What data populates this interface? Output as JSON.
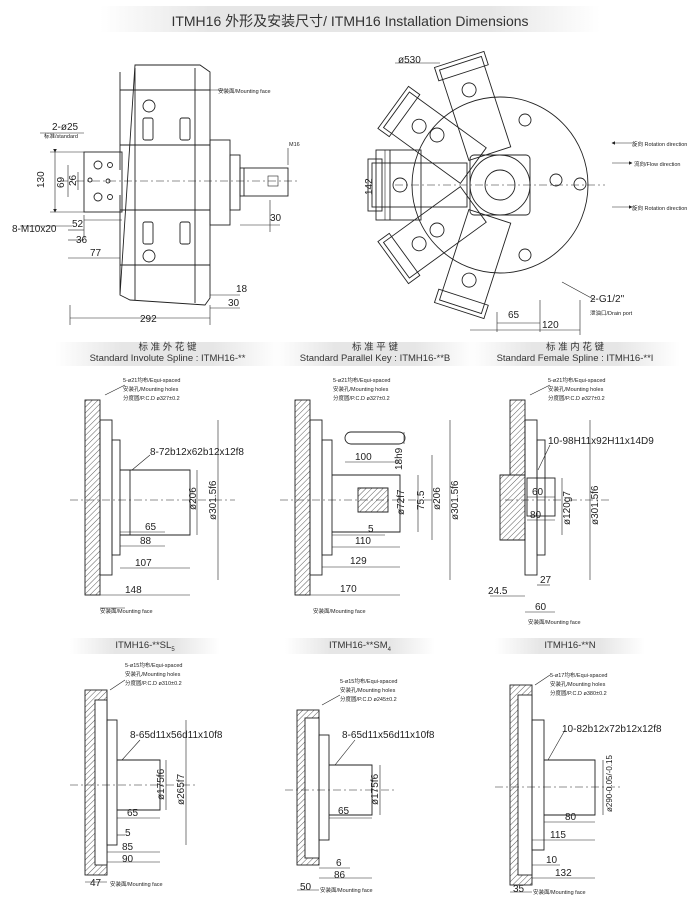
{
  "title": "ITMH16 外形及安装尺寸/ ITMH16 Installation Dimensions",
  "top_left_view": {
    "mounting_face": "安装面/Mounting face",
    "hole_pin": "2-ø25",
    "standard": "标准/standard",
    "bolt": "8-M10x20",
    "thread": "M16",
    "dims": [
      "130",
      "69",
      "26",
      "52",
      "36",
      "77",
      "30",
      "18",
      "30",
      "292"
    ]
  },
  "top_right_view": {
    "diameter": "ø530",
    "height": "142",
    "rotation_direction": "旋向 Rotation direction",
    "flow_direction": "流向/Flow direction",
    "drain_port": "2-G1/2\"",
    "drain_label": "泄油口/Drain port",
    "dims": [
      "65",
      "120"
    ]
  },
  "section_headers": [
    {
      "cn": "标 准 外 花 键",
      "en": "Standard Involute Spline",
      "model": "ITMH16-**"
    },
    {
      "cn": "标 准 平 键",
      "en": "Standard Parallel Key",
      "model": "ITMH16-**B"
    },
    {
      "cn": "标 准 内 花 键",
      "en": "Standard Female Spline",
      "model": "ITMH16-**I"
    }
  ],
  "mount_notes": {
    "equi_21": "5-ø21均布/Equi-spaced",
    "holes": "安装孔/Mounting holes",
    "pcd_327": "分度圆/P.C.D ø327±0.2",
    "equi_15": "5-ø15均布/Equi-spaced",
    "pcd_310": "分度圆/P.C.D ø310±0.2",
    "pcd_245": "分度圆/P.C.D ø245±0.2",
    "equi_17": "5-ø17均布/Equi-spaced",
    "pcd_380": "分度圆/P.C.D ø380±0.2",
    "mounting_face": "安装面/Mounting face"
  },
  "spline_view": {
    "spline": "8-72b12x62b12x12f8",
    "dims": [
      "ø206",
      "ø301.5f6",
      "65",
      "88",
      "107",
      "148"
    ]
  },
  "key_view": {
    "dims": [
      "100",
      "18h9",
      "ø72f7",
      "75.5",
      "ø206",
      "ø301.5f6",
      "5",
      "110",
      "129",
      "170"
    ]
  },
  "female_view": {
    "spline": "10-98H11x92H11x14D9",
    "dims": [
      "60",
      "80",
      "ø120g7",
      "ø301.5f6",
      "27",
      "24.5",
      "60"
    ]
  },
  "bottom_headers": [
    {
      "label": "ITMH16-**SL",
      "sub": "5"
    },
    {
      "label": "ITMH16-**SM",
      "sub": "4"
    },
    {
      "label": "ITMH16-**N",
      "sub": ""
    }
  ],
  "sl_view": {
    "spline": "8-65d11x56d11x10f8",
    "dims": [
      "ø175f6",
      "ø265f7",
      "65",
      "5",
      "85",
      "90",
      "47"
    ]
  },
  "sm_view": {
    "spline": "8-65d11x56d11x10f8",
    "dims": [
      "ø175f6",
      "65",
      "6",
      "86",
      "50"
    ]
  },
  "n_view": {
    "spline": "10-82b12x72b12x12f8",
    "dims": [
      "ø290-0.05/-0.15",
      "80",
      "115",
      "10",
      "132",
      "35"
    ]
  }
}
